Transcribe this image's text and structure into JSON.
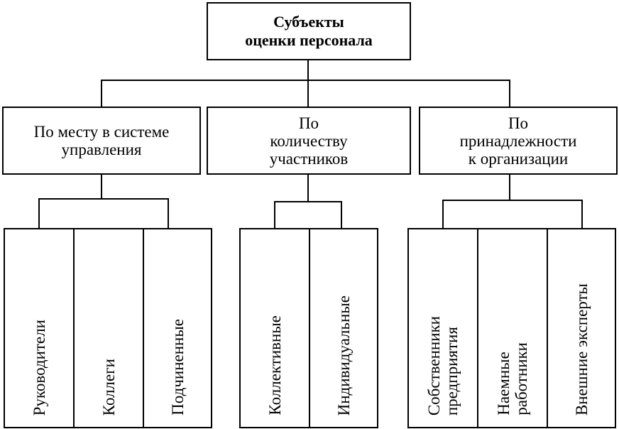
{
  "root": {
    "line1": "Субъекты",
    "line2": "оценки персонала"
  },
  "categories": [
    {
      "lines": [
        "По месту в системе",
        "управления"
      ]
    },
    {
      "lines": [
        "По",
        "количеству",
        "участников"
      ]
    },
    {
      "lines": [
        "По",
        "принадлежности",
        "к организации"
      ]
    }
  ],
  "leaves": {
    "group1": [
      {
        "lines": [
          "Руководители"
        ]
      },
      {
        "lines": [
          "Коллеги"
        ]
      },
      {
        "lines": [
          "Подчиненные"
        ]
      }
    ],
    "group2": [
      {
        "lines": [
          "Коллективные"
        ]
      },
      {
        "lines": [
          "Индивидуальные"
        ]
      }
    ],
    "group3": [
      {
        "lines": [
          "Собственники",
          "предприятия"
        ]
      },
      {
        "lines": [
          "Наемные",
          "работники"
        ]
      },
      {
        "lines": [
          "Внешние эксперты"
        ]
      }
    ]
  }
}
